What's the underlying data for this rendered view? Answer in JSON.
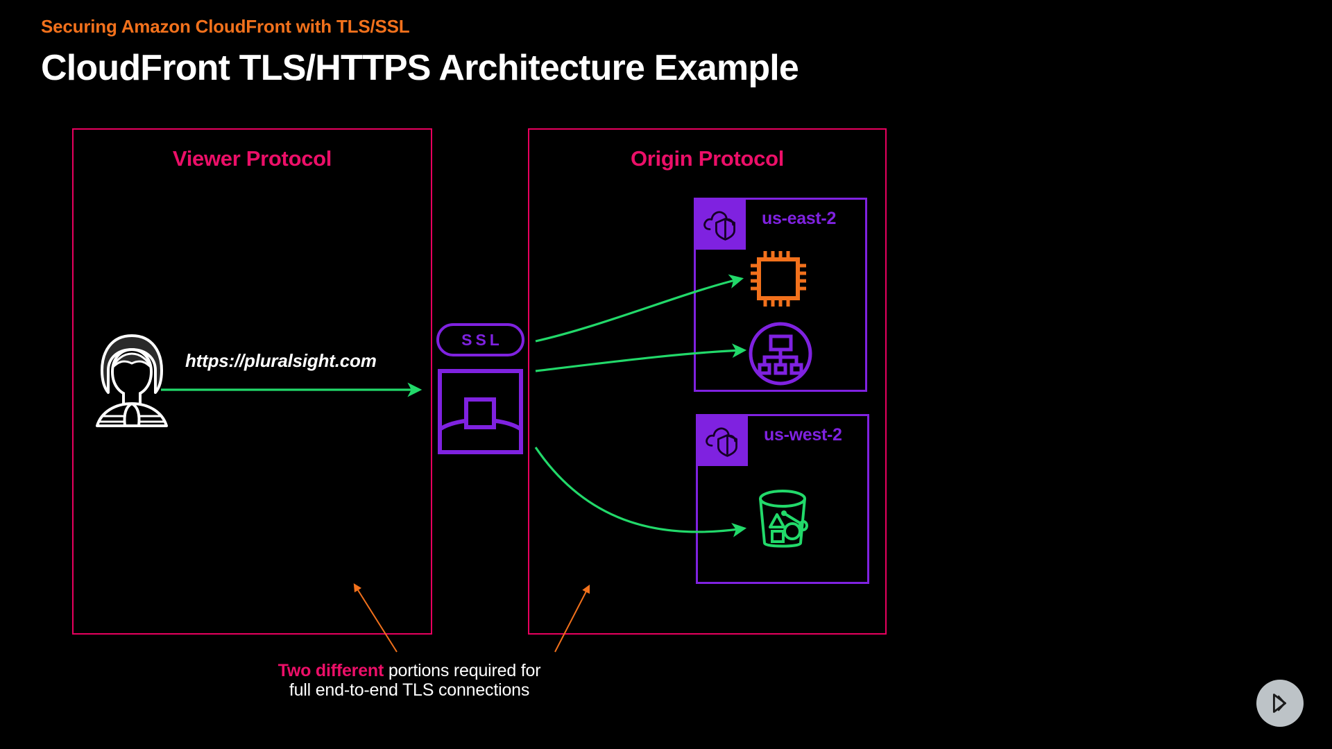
{
  "slide": {
    "kicker": "Securing Amazon CloudFront with TLS/SSL",
    "title": "CloudFront TLS/HTTPS Architecture Example"
  },
  "panels": {
    "viewer": {
      "title": "Viewer Protocol"
    },
    "origin": {
      "title": "Origin Protocol"
    }
  },
  "viewer": {
    "url": "https://pluralsight.com",
    "avatar_icon": "person-avatar-icon"
  },
  "edge": {
    "ssl_label": "SSL",
    "cloudfront_icon": "cloudfront-distribution-icon"
  },
  "regions": [
    {
      "name": "us-east-2",
      "badge_icon": "cloud-shield-icon",
      "services": [
        {
          "name": "EC2 Instance",
          "icon": "ec2-chip-icon",
          "color": "#F2711C"
        },
        {
          "name": "Elastic Load Balancer",
          "icon": "load-balancer-icon",
          "color": "#7F22E0"
        }
      ]
    },
    {
      "name": "us-west-2",
      "badge_icon": "cloud-shield-icon",
      "services": [
        {
          "name": "S3 Bucket",
          "icon": "s3-bucket-icon",
          "color": "#22D96A"
        }
      ]
    }
  ],
  "annotation": {
    "highlight": "Two different",
    "rest_line1": " portions required for",
    "line2": "full end-to-end TLS connections"
  },
  "brand": {
    "logo_icon": "pluralsight-play-icon"
  },
  "colors": {
    "background": "#000000",
    "accent_orange": "#F2711C",
    "accent_pink": "#EC0F68",
    "panel_border_pink": "#E8005E",
    "purple": "#7F22E0",
    "green": "#22D96A",
    "white": "#FFFFFF",
    "brand_gray": "#BDC3C7"
  }
}
